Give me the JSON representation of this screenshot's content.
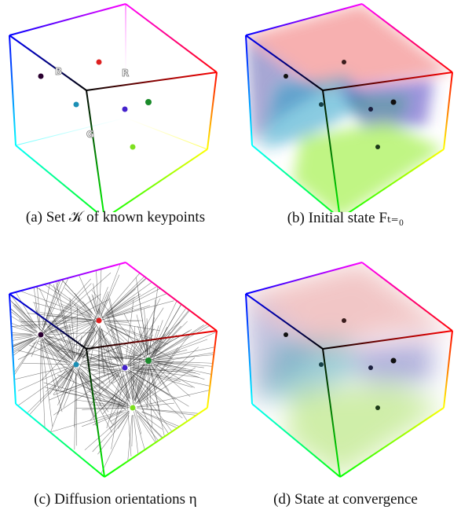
{
  "figure": {
    "panels": [
      {
        "id": "a",
        "caption": "(a) Set 𝒦 of known keypoints"
      },
      {
        "id": "b",
        "caption": "(b) Initial state Fₜ₌₀"
      },
      {
        "id": "c",
        "caption": "(c) Diffusion orientations η"
      },
      {
        "id": "d",
        "caption": "(d) State at convergence"
      }
    ],
    "axis_labels": {
      "r": "R",
      "g": "G",
      "b": "B"
    },
    "colors": {
      "red": "#ff0000",
      "green": "#00ff00",
      "blue": "#0000ff",
      "cyan": "#00ffff",
      "magenta": "#ff00ff",
      "yellow": "#ffff00",
      "black": "#000000",
      "white": "#ffffff"
    }
  }
}
